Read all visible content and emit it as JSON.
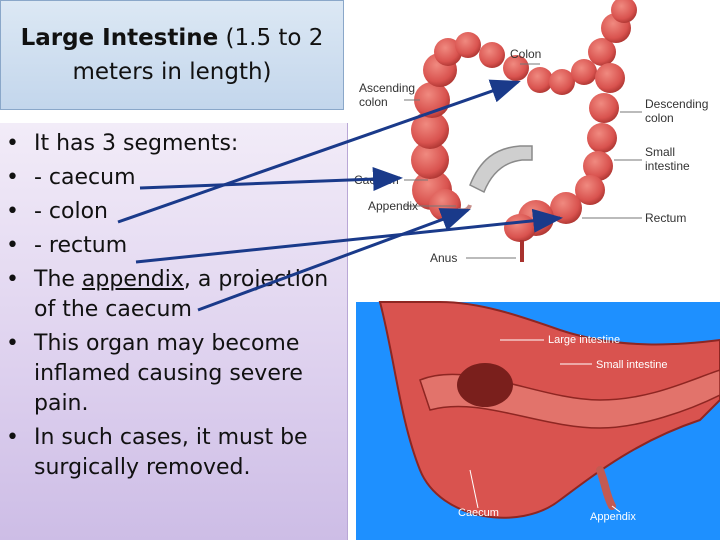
{
  "slide": {
    "title_bold": "Large Intestine",
    "title_rest_1": " (1.5 to 2",
    "title_rest_2": "meters in length)"
  },
  "bullets": [
    {
      "text": "It has 3 segments:"
    },
    {
      "text": "- caecum"
    },
    {
      "text": "- colon"
    },
    {
      "text": "- rectum"
    },
    {
      "pre": "The ",
      "underlined": "appendix",
      "post": ", a projection of the caecum"
    },
    {
      "text": "This organ may become inflamed causing severe pain."
    },
    {
      "text": "In such cases, it must be surgically removed."
    }
  ],
  "diagram_top": {
    "labels": {
      "colon": "Colon",
      "ascending_1": "Ascending",
      "ascending_2": "colon",
      "descending_1": "Descending",
      "descending_2": "colon",
      "small_1": "Small",
      "small_2": "intestine",
      "caecum": "Caecum",
      "appendix": "Appendix",
      "rectum": "Rectum",
      "anus": "Anus"
    }
  },
  "diagram_bottom": {
    "labels": {
      "large_intestine": "Large intestine",
      "small_intestine": "Small intestine",
      "caecum": "Caecum",
      "appendix": "Appendix"
    }
  },
  "colors": {
    "intestine": "#d9534f",
    "intestine_dark": "#a8322e",
    "arrow": "#1a3a8a",
    "bottom_bg": "#1e90ff"
  }
}
